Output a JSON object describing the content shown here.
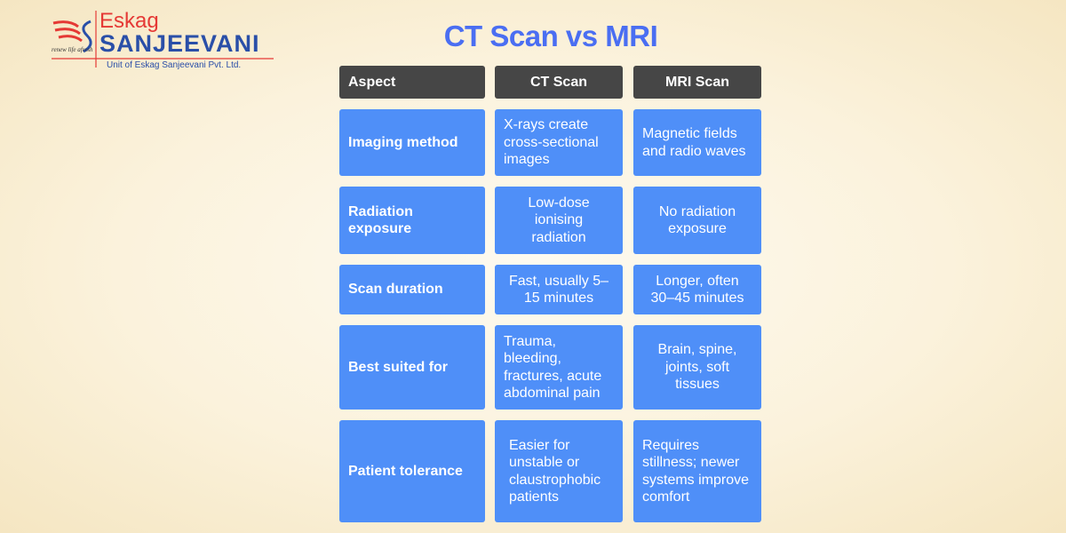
{
  "logo": {
    "brand_top": "Eskag",
    "brand_main": "SANJEEVANI",
    "tagline": "renew life afresh",
    "subtitle": "Unit of Eskag Sanjeevani Pvt. Ltd."
  },
  "title": "CT Scan vs MRI",
  "headers": [
    "Aspect",
    "CT Scan",
    "MRI Scan"
  ],
  "rows": [
    {
      "aspect": "Imaging method",
      "ct": "X-rays create cross-sectional images",
      "mri": "Magnetic fields and radio waves"
    },
    {
      "aspect": "Radiation exposure",
      "ct": "Low-dose ionising radiation",
      "mri": "No radiation exposure"
    },
    {
      "aspect": "Scan duration",
      "ct": "Fast, usually 5–15 minutes",
      "mri": "Longer, often 30–45 minutes"
    },
    {
      "aspect": "Best suited for",
      "ct": "Trauma, bleeding, fractures, acute abdominal pain",
      "mri": "Brain, spine, joints, soft tissues"
    },
    {
      "aspect": "Patient tolerance",
      "ct": "Easier for unstable or claustrophobic patients",
      "mri": "Requires stillness; newer systems improve comfort"
    }
  ],
  "colors": {
    "header_bg": "#464646",
    "cell_bg": "#4f8ff8",
    "title": "#4a6ef2",
    "logo_red": "#e53935",
    "logo_blue": "#2a4fa8"
  }
}
